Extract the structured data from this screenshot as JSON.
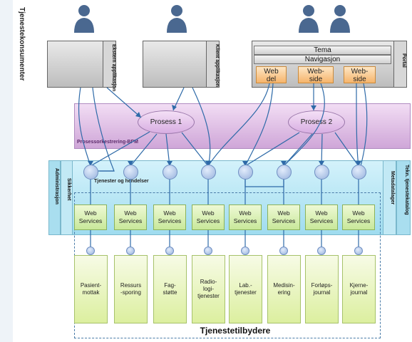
{
  "consumers_label": "Tjenestekonsumenter",
  "providers_label": "Tjenestetilbydere",
  "consumer_apps": {
    "external": "Ekstern applikasjon",
    "client": "Klient applikasjon",
    "portal": "Portal"
  },
  "portal": {
    "theme": "Tema",
    "navigation": "Navigasjon",
    "webpart": "Web\ndel",
    "webpage1": "Web-\nside",
    "webpage2": "Web-\nside"
  },
  "process": {
    "p1": "Prosess 1",
    "p2": "Prosess 2",
    "band_label": "Prosessorkestrering-BPM"
  },
  "services": {
    "band_label": "Tjenester og hendelser",
    "left_admin": "Administrasjon",
    "left_security": "Sikkerhet",
    "right_metadata": "Metadatalager",
    "right_catalog": "Tekn. tjenestekatalog",
    "ws_line1": "Web",
    "ws_line2": "Services"
  },
  "providers": [
    "Pasient-\nmottak",
    "Ressurs\n-sporing",
    "Fag-\nstøtte",
    "Radio-\nlogi-\ntjenester",
    "Lab.-\ntjenester",
    "Medisin-\nering",
    "Forløps-\njournal",
    "Kjerne-\njournal"
  ],
  "colors": {
    "consumer_box": "#cfcfcf",
    "process_band": "#dcb9e3",
    "service_band": "#b9e6f4",
    "web_service": "#d6edb3",
    "provider": "#e8f4bf",
    "portal_parts": "#f8c786",
    "connector": "#2e6aa8"
  }
}
